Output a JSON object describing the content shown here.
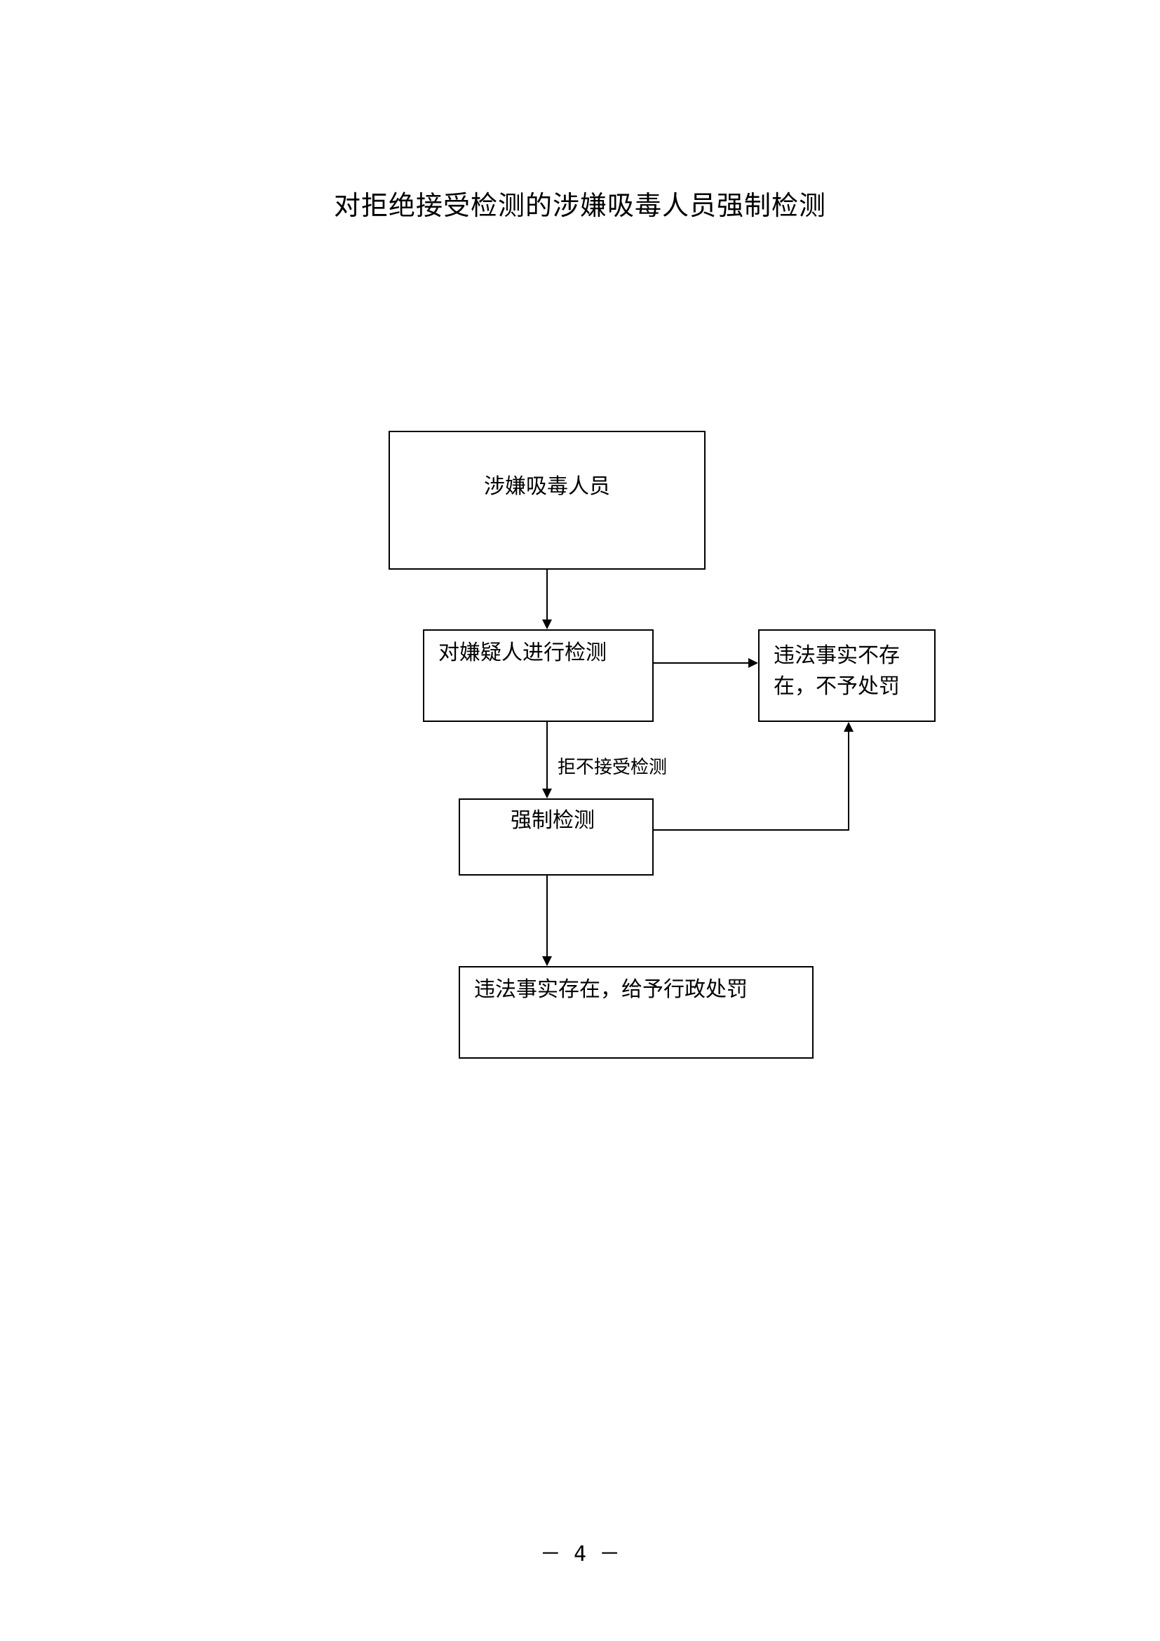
{
  "title": "对拒绝接受检测的涉嫌吸毒人员强制检测",
  "nodes": {
    "suspect": "涉嫌吸毒人员",
    "detect": "对嫌疑人进行检测",
    "no_violation": "违法事实不存在，不予处罚",
    "forced_detection": "强制检测",
    "violation": "违法事实存在，给予行政处罚"
  },
  "edge_labels": {
    "refuse_detection": "拒不接受检测"
  },
  "page_number": "－ 4 －"
}
